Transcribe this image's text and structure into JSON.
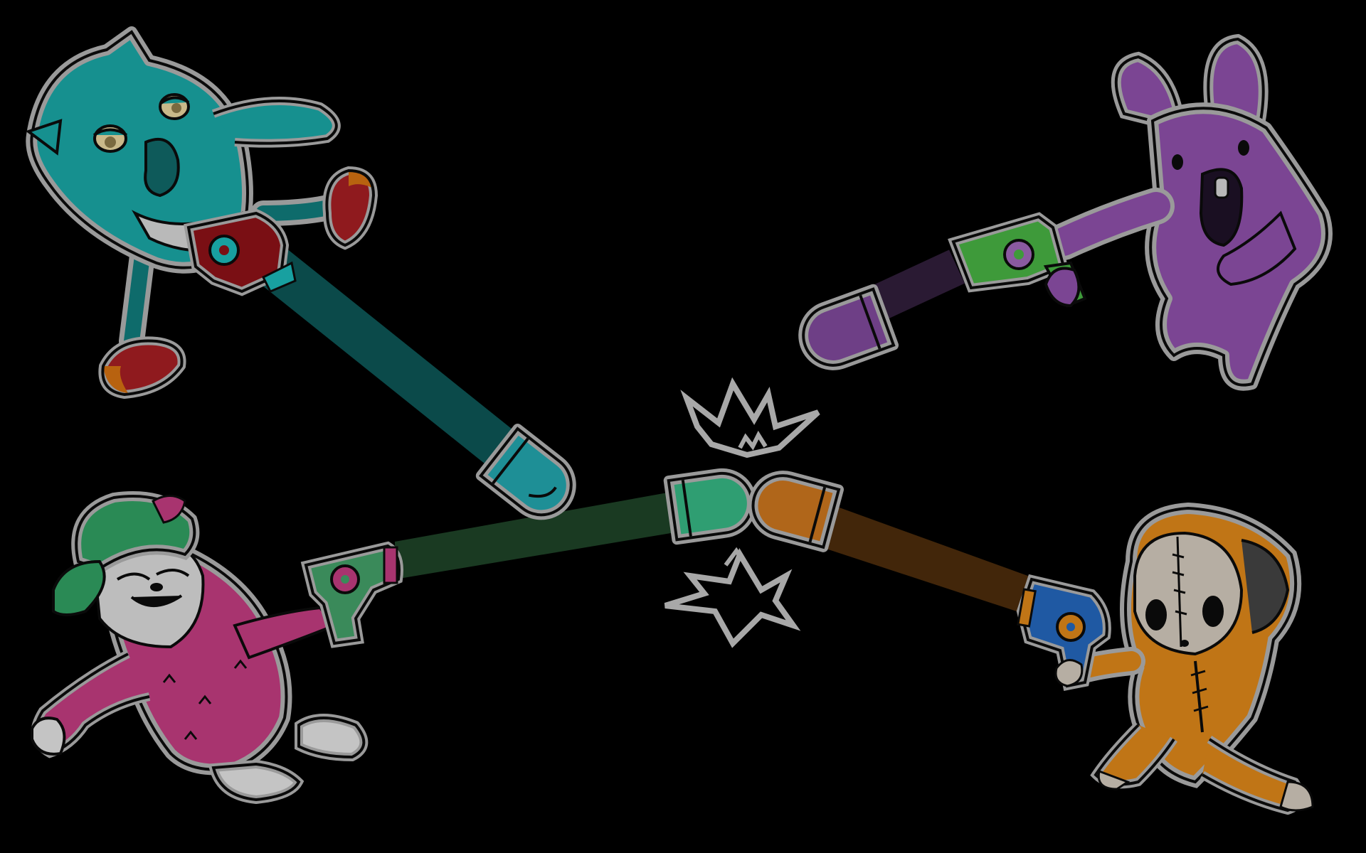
{
  "scene": {
    "background": "#000000",
    "outline_color": "#9a9a9a",
    "ink_color": "#0a0a0a"
  },
  "characters": [
    {
      "id": "teal-blob",
      "body_color": "#16908f",
      "pose": "flying",
      "weapon_color": "#7a0f14",
      "weapon_accent": "#18a0a0",
      "beam_color": "#0b4a4a",
      "bullet_color": "#1e8f96"
    },
    {
      "id": "purple-rabbit",
      "body_color": "#7b4593",
      "pose": "flying",
      "weapon_color": "#3e9a3a",
      "weapon_accent": "#8a5aa0",
      "beam_color": "#2a1a33",
      "bullet_color": "#6e3f86"
    },
    {
      "id": "pink-yeti",
      "body_color": "#a8346f",
      "cap_color": "#2a8a55",
      "beard_color": "#bdbdbd",
      "weapon_color": "#3a8a5a",
      "weapon_accent": "#a8346f",
      "beam_color": "#1a3a22",
      "bullet_color": "#2f9e72"
    },
    {
      "id": "orange-stitch-kid",
      "body_color": "#c07516",
      "mask_color": "#b6aea3",
      "weapon_color": "#1f59a3",
      "weapon_accent": "#c07516",
      "beam_color": "#42260a",
      "bullet_color": "#b0661a"
    }
  ],
  "clash": {
    "spark_color": "#a8a8a8"
  }
}
